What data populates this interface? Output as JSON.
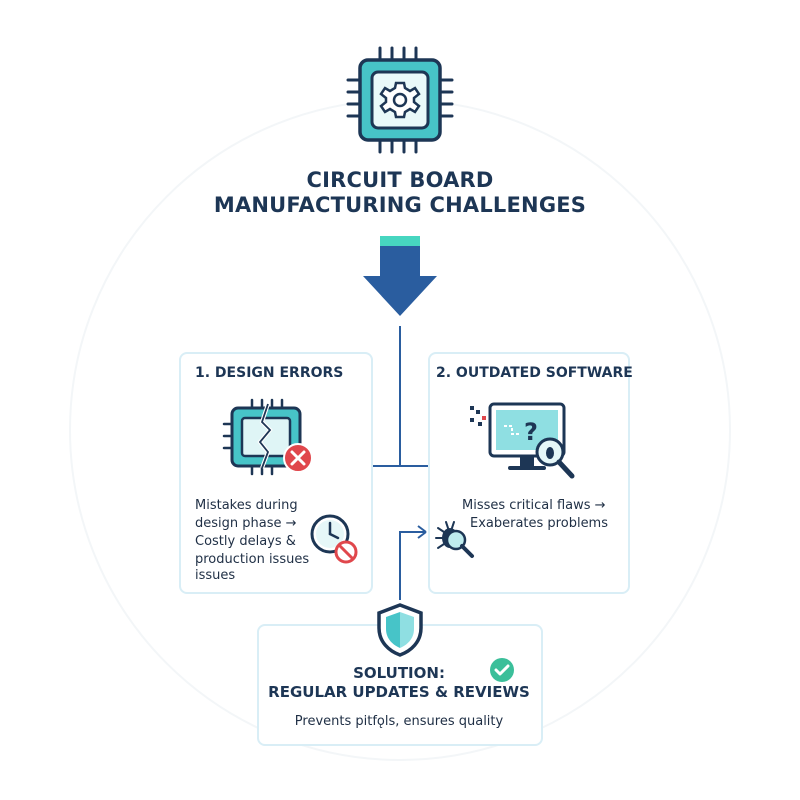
{
  "header": {
    "title_line1": "CIRCUIT BOARD",
    "title_line2": "MANUFACTURING CHALLENGES",
    "icon": "chip-gear-icon"
  },
  "design_errors": {
    "heading": "1. DESIGN ERRORS",
    "icon": "broken-chip-icon",
    "text_lines": [
      "Mistakes during",
      "design phase →",
      "Costly delays &",
      "production issues",
      "issues"
    ],
    "secondary_icon": "clock-blocked-icon"
  },
  "outdated_software": {
    "heading": "2. OUTDATED SOFTWARE",
    "icon": "monitor-question-icon",
    "text_lines": [
      "Misses critical flaws →",
      "Exaberates problems"
    ],
    "secondary_icon": "bug-magnifier-icon"
  },
  "solution": {
    "icon": "shield-icon",
    "status_icon": "check-circle-icon",
    "title_line1": "SOLUTION:",
    "title_line2": "REGULAR UPDATES & REVIEWS",
    "description": "Prevents pitfǫls, ensures quality"
  },
  "colors": {
    "navy": "#1d3655",
    "arrow_blue": "#2a5d9f",
    "teal": "#47c4c8",
    "light_teal": "#cdeff1",
    "red": "#e0474c",
    "green": "#3bbf9a",
    "card_border": "#d9eef6"
  }
}
